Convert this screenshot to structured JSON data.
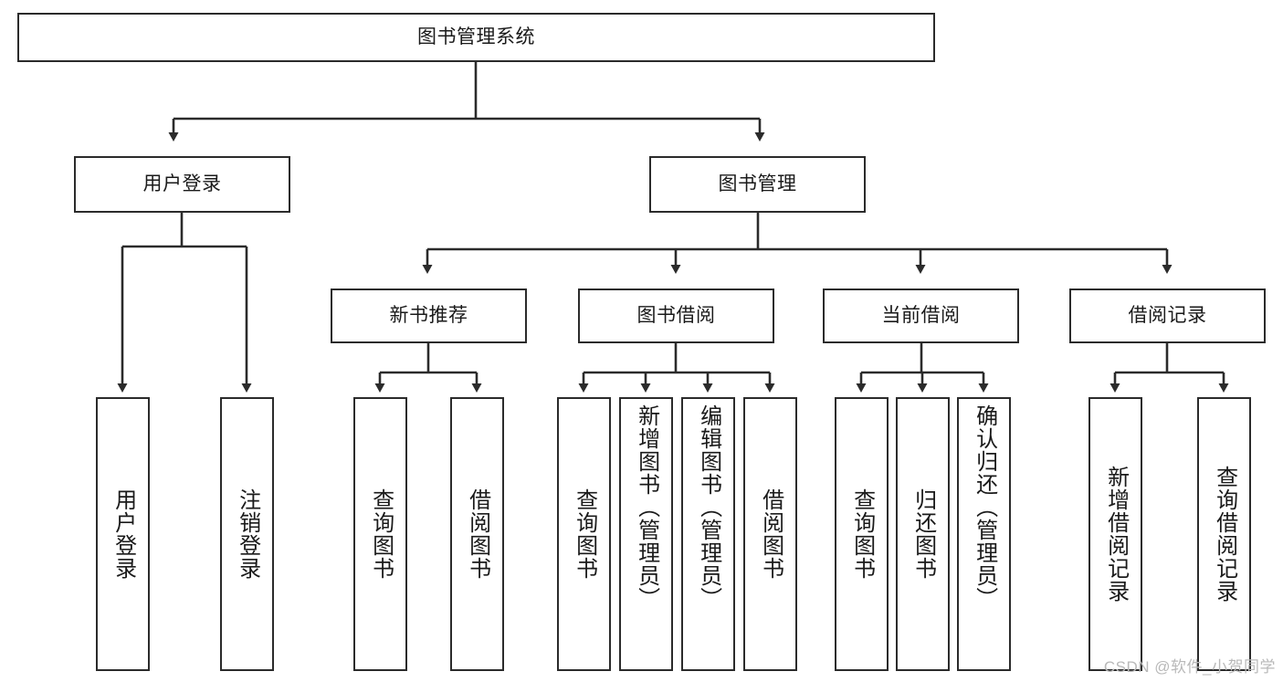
{
  "diagram": {
    "type": "hierarchy-tree",
    "title": "图书管理系统",
    "watermark": "CSDN @软件_小贺同学",
    "colors": {
      "stroke": "#2b2b2b",
      "fill": "#ffffff",
      "text": "#1a1a1a",
      "watermark": "#b9b9b9"
    },
    "nodes": {
      "root": {
        "label": "图书管理系统"
      },
      "level2": [
        {
          "id": "user-login",
          "label": "用户登录"
        },
        {
          "id": "book-manage",
          "label": "图书管理"
        }
      ],
      "level3": [
        {
          "id": "new-book-rec",
          "label": "新书推荐"
        },
        {
          "id": "book-borrow",
          "label": "图书借阅"
        },
        {
          "id": "current-borrow",
          "label": "当前借阅"
        },
        {
          "id": "borrow-record",
          "label": "借阅记录"
        }
      ],
      "leaves": {
        "user-login": [
          {
            "id": "leaf-user-login",
            "label": "用户登录"
          },
          {
            "id": "leaf-user-logout",
            "label": "注销登录"
          }
        ],
        "new-book-rec": [
          {
            "id": "leaf-query-book-1",
            "label": "查询图书"
          },
          {
            "id": "leaf-borrow-book-1",
            "label": "借阅图书"
          }
        ],
        "book-borrow": [
          {
            "id": "leaf-query-book-2",
            "label": "查询图书"
          },
          {
            "id": "leaf-add-book",
            "label": "新增图书（管理员）"
          },
          {
            "id": "leaf-edit-book",
            "label": "编辑图书（管理员）"
          },
          {
            "id": "leaf-borrow-book-2",
            "label": "借阅图书"
          }
        ],
        "current-borrow": [
          {
            "id": "leaf-query-book-3",
            "label": "查询图书"
          },
          {
            "id": "leaf-return-book",
            "label": "归还图书"
          },
          {
            "id": "leaf-confirm-return",
            "label": "确认归还（管理员）"
          }
        ],
        "borrow-record": [
          {
            "id": "leaf-add-record",
            "label": "新增借阅记录"
          },
          {
            "id": "leaf-query-record",
            "label": "查询借阅记录"
          }
        ]
      }
    }
  }
}
